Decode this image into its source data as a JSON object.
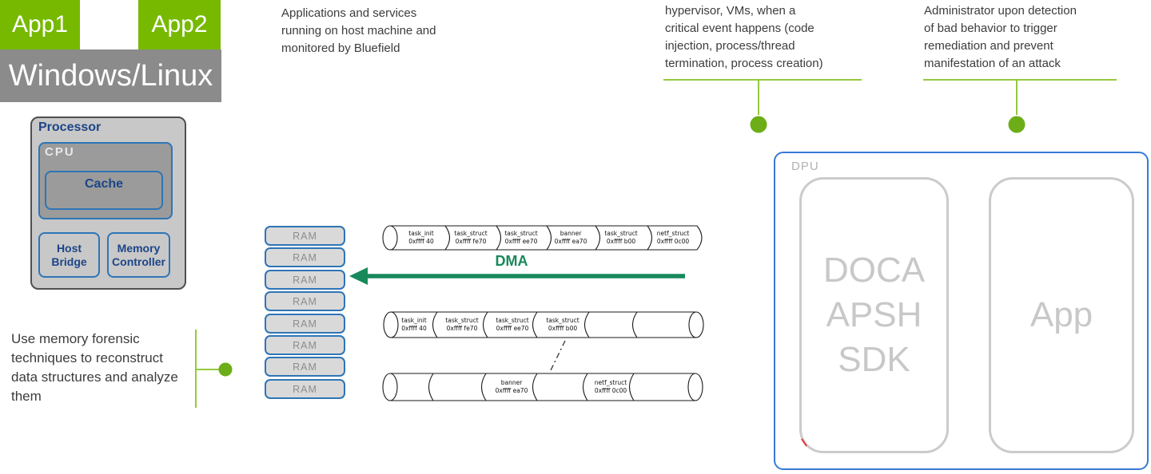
{
  "host": {
    "app1_label": "App1",
    "app2_label": "App2",
    "os_label": "Windows/Linux"
  },
  "processor": {
    "title": "Processor",
    "cpu_label": "CPU",
    "cache_label": "Cache",
    "host_bridge_label": "Host Bridge",
    "memory_controller_label": "Memory Controller"
  },
  "ram_label": "RAM",
  "dma_label": "DMA",
  "annotations": {
    "apps_lines": [
      "Applications and services",
      "running on host machine and",
      "monitored by Bluefield"
    ],
    "events_lines": [
      "hypervisor, VMs, when a",
      "critical event happens (code",
      "injection, process/thread",
      "termination, process creation)"
    ],
    "admin_lines": [
      "Administrator upon detection",
      "of bad behavior to trigger",
      "remediation and prevent",
      "manifestation of an attack"
    ],
    "forensics_lines": [
      "Use memory forensic",
      "techniques to reconstruct",
      "data structures and analyze",
      "them"
    ]
  },
  "dpu": {
    "title": "DPU",
    "sdk_lines": [
      "DOCA",
      "APSH",
      "SDK"
    ],
    "app_label": "App"
  },
  "memory": {
    "row1": [
      {
        "name": "task_init",
        "addr": "0xffff 40"
      },
      {
        "name": "task_struct",
        "addr": "0xffff fe70"
      },
      {
        "name": "task_struct",
        "addr": "0xffff ee70"
      },
      {
        "name": "banner",
        "addr": "0xffff ea70"
      },
      {
        "name": "task_struct",
        "addr": "0xffff b00"
      },
      {
        "name": "netf_struct",
        "addr": "0xffff 0c00"
      }
    ],
    "row2": [
      {
        "name": "task_init",
        "addr": "0xffff 40"
      },
      {
        "name": "task_struct",
        "addr": "0xffff fe70"
      },
      {
        "name": "task_struct",
        "addr": "0xffff ee70"
      },
      {
        "name": "task_struct",
        "addr": "0xffff b00"
      }
    ],
    "row3": [
      {
        "name": "banner",
        "addr": "0xffff ea70"
      },
      {
        "name": "netf_struct",
        "addr": "0xffff 0c00"
      }
    ]
  },
  "colors": {
    "nvidia_green": "#76B900",
    "os_gray": "#8B8B8B",
    "box_border_blue": "#2E75B6",
    "dpu_border_blue": "#3779D6",
    "dma_green": "#17895B",
    "connector_green": "#95C93F",
    "connector_dot_green": "#6CAD18"
  }
}
